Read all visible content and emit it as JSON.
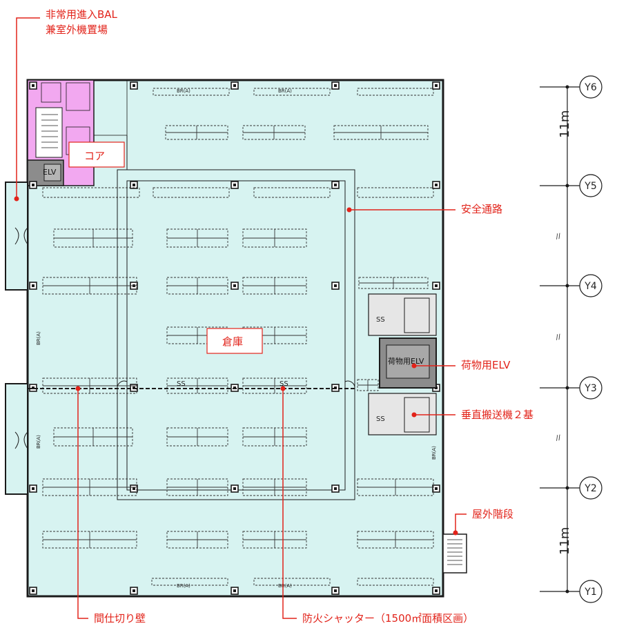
{
  "callouts": {
    "top_line1": "非常用進入BAL",
    "top_line2": "兼室外機置場",
    "core": "コア",
    "safe_path": "安全通路",
    "warehouse": "倉庫",
    "freight_elv": "荷物用ELV",
    "vertical_conveyor": "垂直搬送機２基",
    "outdoor_stairs": "屋外階段",
    "partition_wall": "間仕切り壁",
    "fire_shutter": "防火シャッター（1500㎡面積区画）"
  },
  "grid_axes": [
    "Y6",
    "Y5",
    "Y4",
    "Y3",
    "Y2",
    "Y1"
  ],
  "dimensions": {
    "top": "11m",
    "bottom": "11m",
    "equal_marks": [
      "//",
      "//",
      "//"
    ]
  },
  "room_labels": {
    "elv": "ELV",
    "freight_elv_room": "荷物用ELV",
    "ss": "SS",
    "br": "BR(A)"
  },
  "colors": {
    "floor": "#d7f3f1",
    "core": "#f2a8f0",
    "callout_red": "#e2231a",
    "dark_room": "#8c8c8c",
    "wall": "#1a1a1a"
  }
}
